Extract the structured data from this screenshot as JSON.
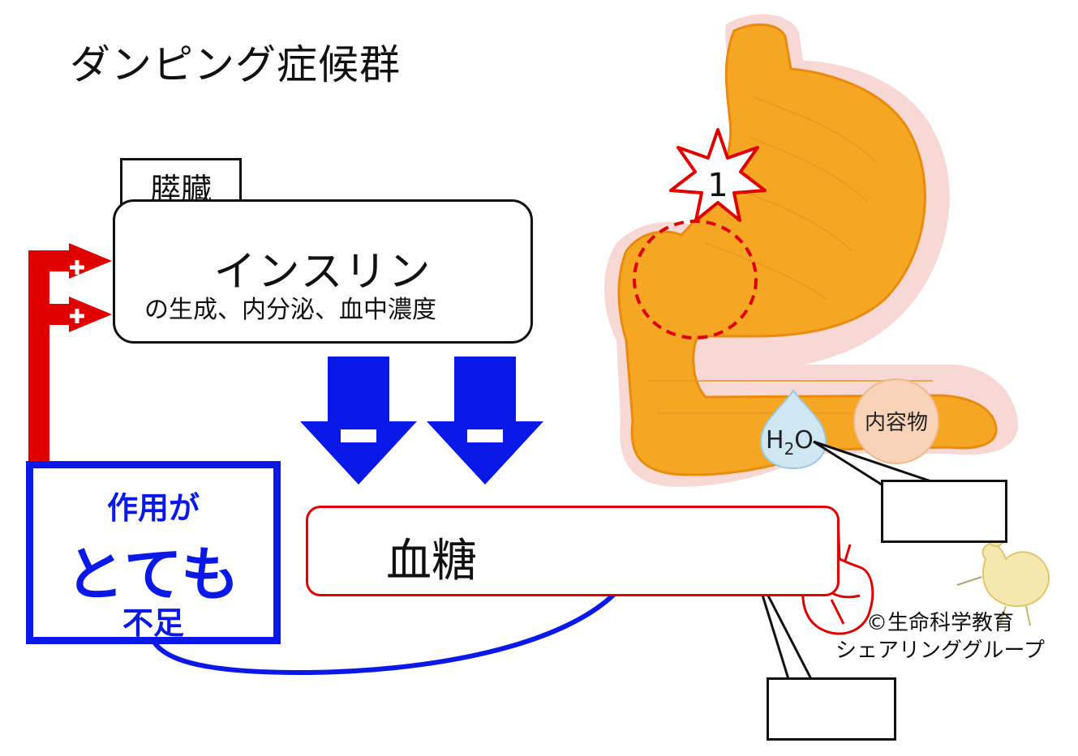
{
  "title": "ダンピング症候群",
  "organ_label": "膵臓",
  "insulin_box": {
    "word": "インスリン",
    "sub": "の生成、内分泌、血中濃度"
  },
  "blood_sugar_label": "血糖",
  "effect_box": {
    "line1": "作用が",
    "line2": "とても",
    "line3": "不足"
  },
  "stomach": {
    "badge_number": "1",
    "contents_label": "内容物",
    "water_label": "H",
    "water_sub": "2",
    "water_o": "O"
  },
  "signs": {
    "plus": "+",
    "minus": "−"
  },
  "copyright": {
    "line1": "©生命科学教育",
    "line2": "シェアリンググループ"
  },
  "colors": {
    "red": "#e00000",
    "blue": "#0a18e8",
    "stomach": "#f5a623",
    "stomach_edge": "#e88b0e",
    "mucosa": "#f2b8b0"
  },
  "icons": [
    "plus-icon",
    "minus-icon",
    "heart-icon",
    "explosion-star-icon",
    "water-drop-icon",
    "chick-doodle-icon"
  ]
}
